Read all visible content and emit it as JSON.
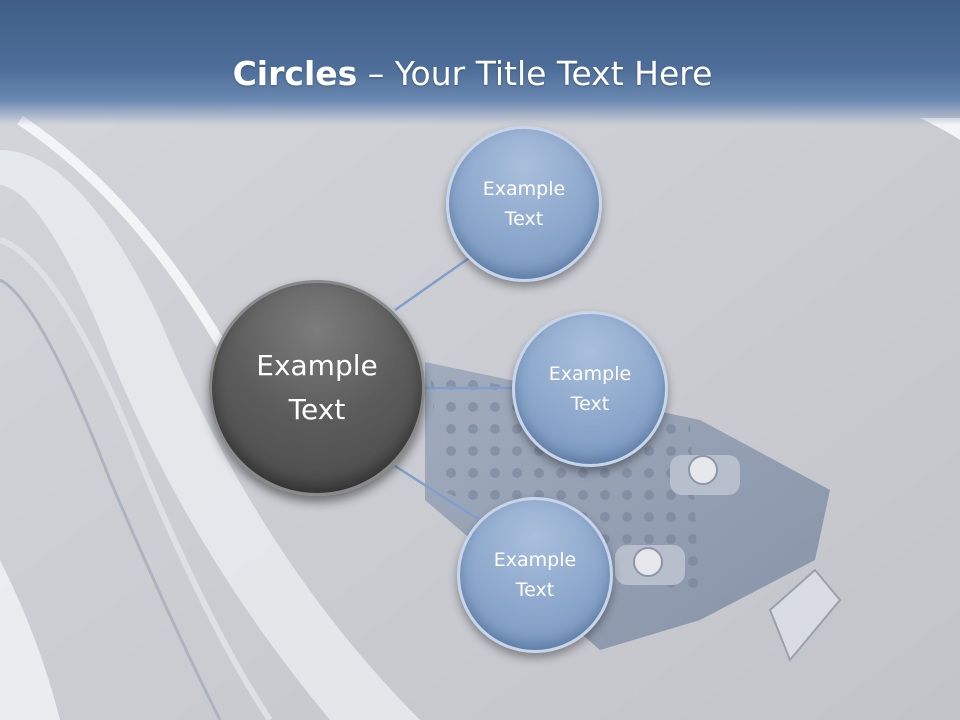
{
  "slide": {
    "title_bold": "Circles",
    "title_rest": " – Your Title Text Here"
  },
  "diagram": {
    "center": {
      "label_line1": "Example",
      "label_line2": "Text"
    },
    "satellites": [
      {
        "label_line1": "Example",
        "label_line2": "Text"
      },
      {
        "label_line1": "Example",
        "label_line2": "Text"
      },
      {
        "label_line1": "Example",
        "label_line2": "Text"
      }
    ]
  },
  "colors": {
    "header": "#4a6a96",
    "center_circle": "#5c5c5c",
    "satellite_circle": "#8ea9cd",
    "connector": "#7f9fcc"
  }
}
